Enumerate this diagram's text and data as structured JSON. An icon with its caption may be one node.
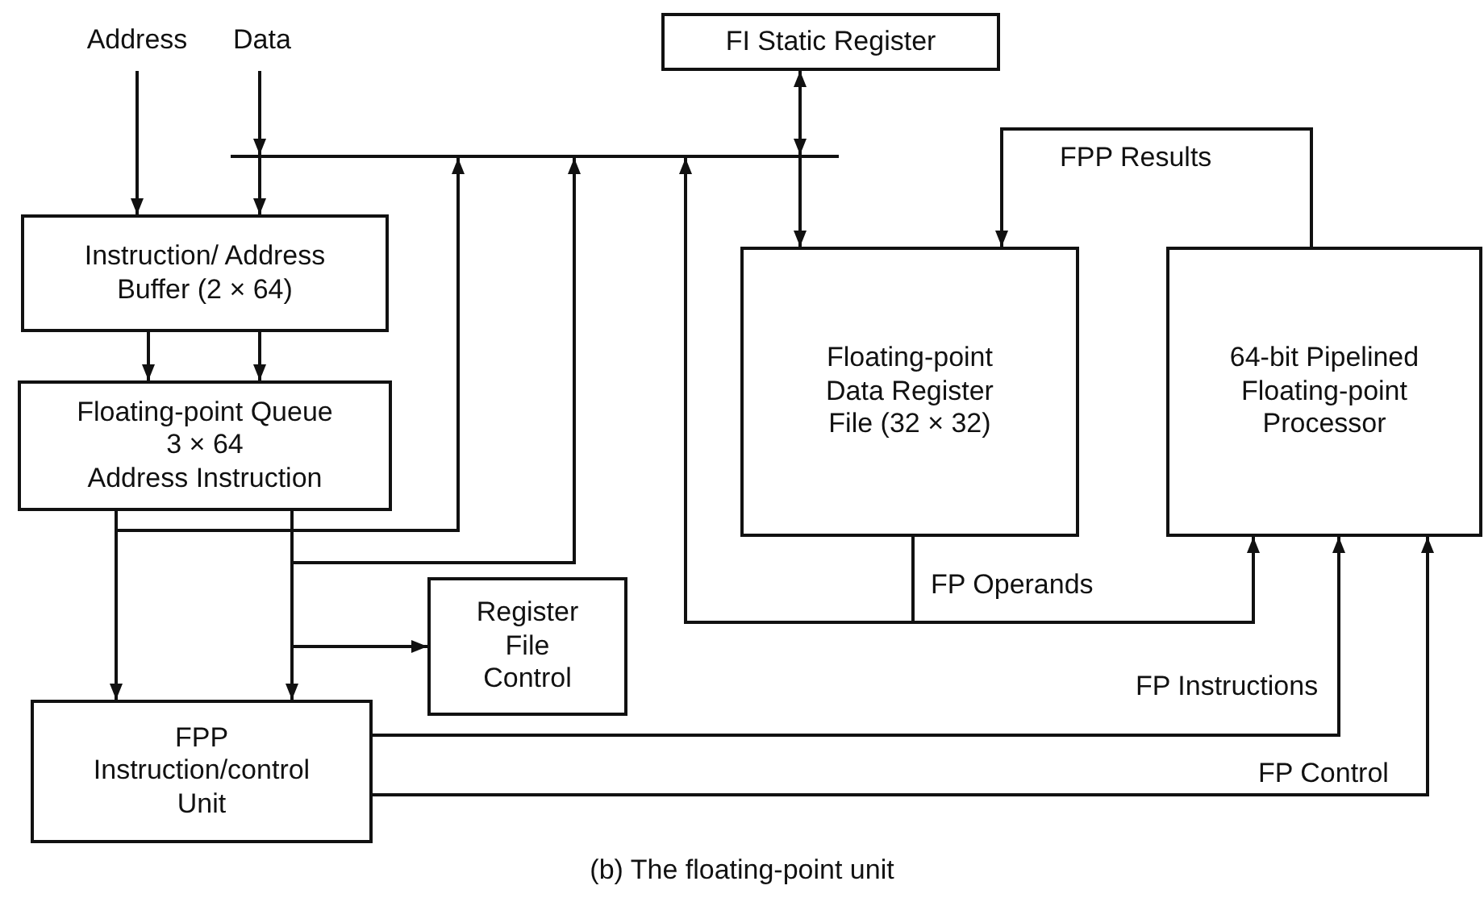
{
  "diagram": {
    "caption": "(b) The floating-point unit",
    "nodes": [
      {
        "text": [
          "Address"
        ]
      },
      {
        "text": [
          "Data"
        ]
      },
      {
        "text": [
          "FI Static Register"
        ]
      },
      {
        "text": [],
        "shape": "bar"
      },
      {
        "text": [
          "Instruction/ Address Buffer (2 × 64)"
        ]
      },
      {
        "text": [
          "Floating-point Queue",
          "3 × 64",
          "Address Instruction"
        ]
      },
      {
        "text": [
          "Floating-point Data Register File (32 × 32)"
        ]
      },
      {
        "text": [
          "64-bit Pipelined Floating-point Processor"
        ]
      },
      {
        "text": [
          "Register File Control"
        ]
      },
      {
        "text": [
          "FPP Instruction/control Unit"
        ]
      }
    ],
    "edges": [
      {
        "from": 0,
        "to": 4,
        "arrow": "to"
      },
      {
        "from": 1,
        "to": 3,
        "arrow": "to"
      },
      {
        "from": 3,
        "to": 4,
        "arrow": "to"
      },
      {
        "from": 2,
        "to": 3,
        "arrow": "both"
      },
      {
        "from": 3,
        "to": 6,
        "arrow": "to"
      },
      {
        "from": 4,
        "to": 5,
        "arrow": "to"
      },
      {
        "from": 4,
        "to": 5,
        "arrow": "to"
      },
      {
        "from": 5,
        "to": 3,
        "arrow": "to"
      },
      {
        "from": 5,
        "to": 9,
        "arrow": "to"
      },
      {
        "from": 5,
        "to": 3,
        "arrow": "to"
      },
      {
        "from": 5,
        "to": 9,
        "arrow": "to"
      },
      {
        "from": 5,
        "to": 8,
        "arrow": "to"
      },
      {
        "from": 6,
        "to": 3,
        "arrow": "to"
      },
      {
        "from": 6,
        "to": 7,
        "arrow": "to",
        "label": "FP Operands"
      },
      {
        "from": 7,
        "to": 6,
        "arrow": "to",
        "label": "FPP Results"
      },
      {
        "from": 9,
        "to": 7,
        "arrow": "to",
        "label": "FP Instructions"
      },
      {
        "from": 9,
        "to": 7,
        "arrow": "to",
        "label": "FP Control"
      }
    ]
  }
}
